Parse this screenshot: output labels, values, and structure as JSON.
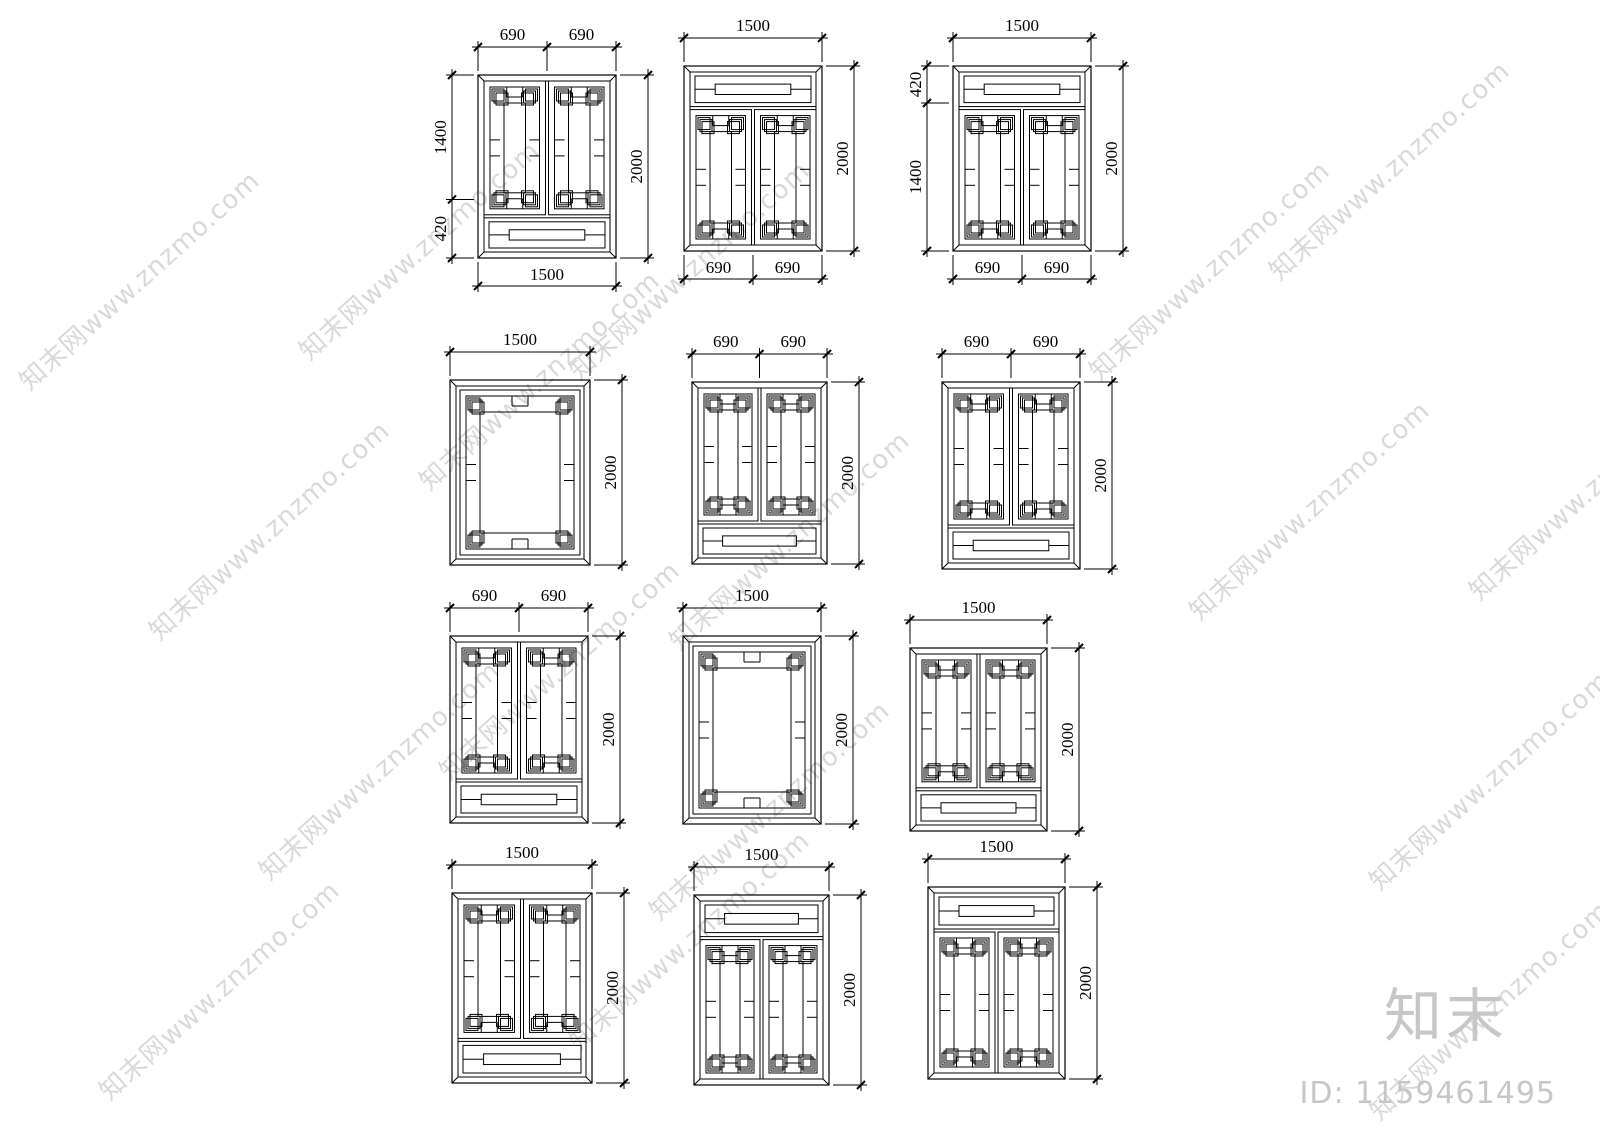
{
  "watermark": {
    "text": "知末网www.znzmo.com"
  },
  "brand": {
    "logo_text": "知末",
    "id_text": "ID: 1159461495"
  },
  "units": {
    "w1500": "1500",
    "w690": "690",
    "h2000": "2000",
    "h1400": "1400",
    "h420": "420"
  },
  "panels": [
    {
      "id": "p1",
      "type": "double-transom-bottom",
      "dims": {
        "top": [
          "690",
          "690"
        ],
        "bottom": [
          "1500"
        ],
        "right": "2000",
        "left": [
          "1400",
          "420"
        ]
      }
    },
    {
      "id": "p2",
      "type": "double-transom-top",
      "dims": {
        "top": [
          "1500"
        ],
        "bottom": [
          "690",
          "690"
        ],
        "right": "2000"
      }
    },
    {
      "id": "p3",
      "type": "double-transom-top",
      "dims": {
        "top": [
          "1500"
        ],
        "bottom": [
          "690",
          "690"
        ],
        "right": "2000",
        "left": [
          "420",
          "1400"
        ]
      }
    },
    {
      "id": "p4",
      "type": "single-lattice",
      "dims": {
        "top": [
          "1500"
        ],
        "right": "2000"
      }
    },
    {
      "id": "p5",
      "type": "double-transom-bottom",
      "dims": {
        "top": [
          "690",
          "690"
        ],
        "right": "2000"
      }
    },
    {
      "id": "p6",
      "type": "double-transom-bottom",
      "dims": {
        "top": [
          "690",
          "690"
        ],
        "right": "2000"
      }
    },
    {
      "id": "p7",
      "type": "double-transom-bottom",
      "dims": {
        "top": [
          "690",
          "690"
        ],
        "right": "2000"
      }
    },
    {
      "id": "p8",
      "type": "single-lattice",
      "dims": {
        "top": [
          "1500"
        ],
        "right": "2000"
      }
    },
    {
      "id": "p9",
      "type": "double-transom-bottom",
      "dims": {
        "top": [
          "1500"
        ],
        "right": "2000"
      }
    },
    {
      "id": "p10",
      "type": "double-transom-bottom",
      "dims": {
        "top": [
          "1500"
        ],
        "right": "2000"
      }
    },
    {
      "id": "p11",
      "type": "double-transom-top",
      "dims": {
        "top": [
          "1500"
        ],
        "right": "2000"
      }
    },
    {
      "id": "p12",
      "type": "double-transom-top",
      "dims": {
        "top": [
          "1500"
        ],
        "right": "2000"
      }
    }
  ]
}
